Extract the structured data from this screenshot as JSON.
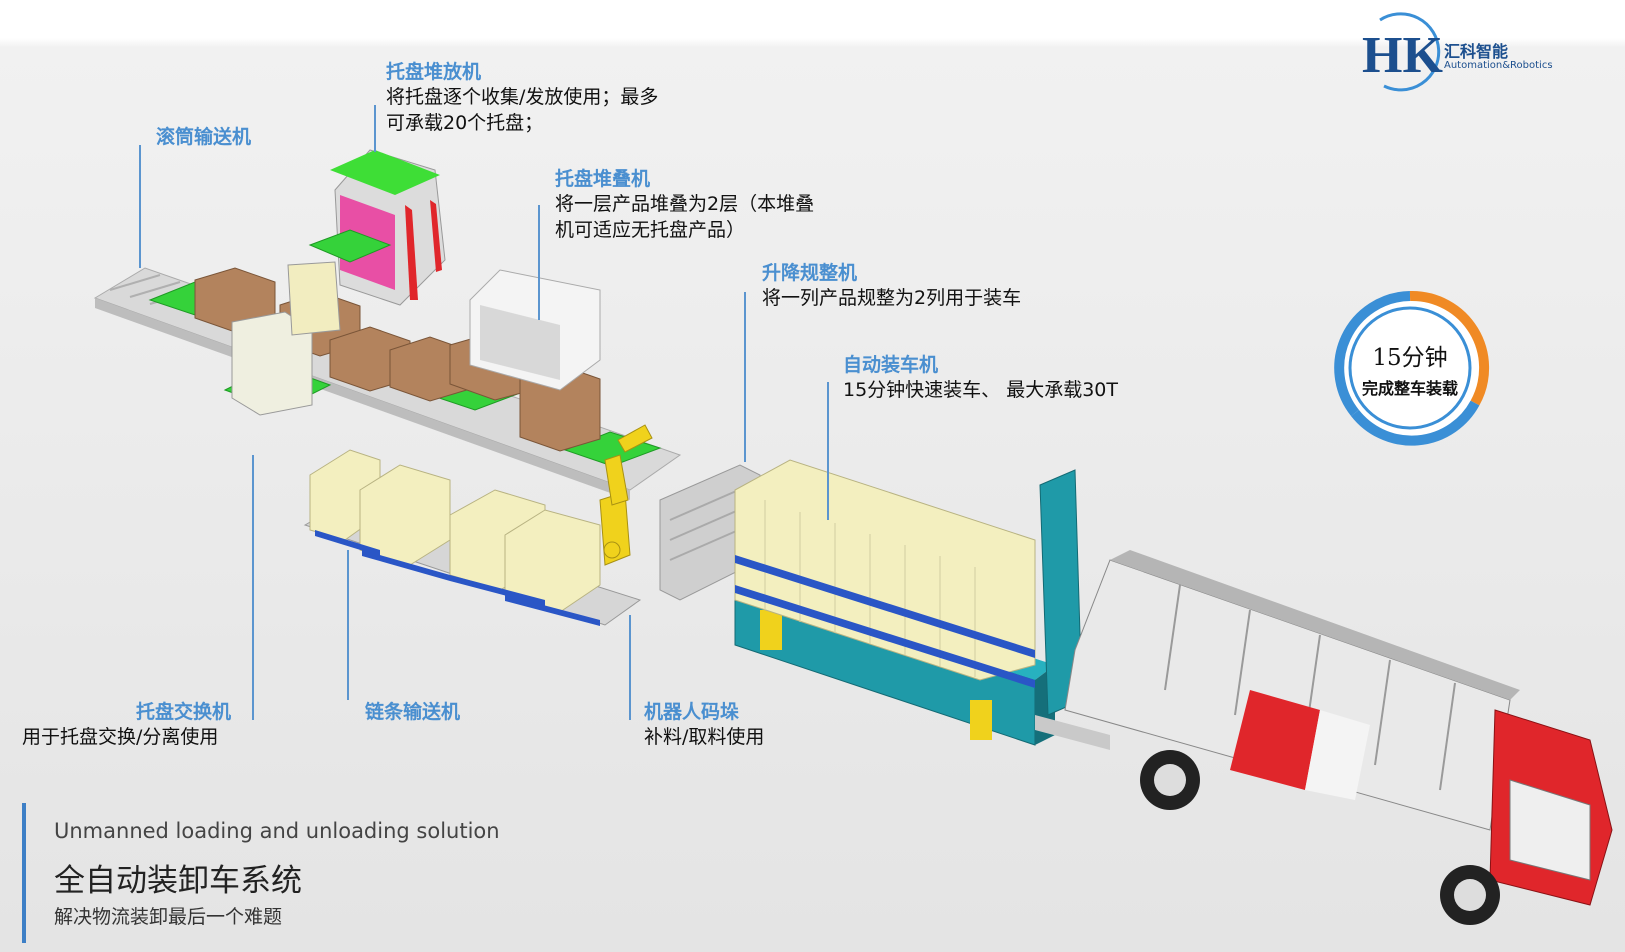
{
  "logo": {
    "mark": "HK",
    "name_cn": "汇科智能",
    "name_en": "Automation&Robotics",
    "icon": "hk-logo-icon"
  },
  "badge": {
    "line1": "15分钟",
    "line2": "完成整车装载",
    "colors": {
      "orange": "#f08a24",
      "blue": "#3a8fd6"
    }
  },
  "labels": {
    "tray_stacker": {
      "title": "托盘堆放机",
      "desc1": "将托盘逐个收集/发放使用；最多",
      "desc2": "可承载20个托盘；"
    },
    "roller_conveyor": {
      "title": "滚筒输送机"
    },
    "pallet_stacker": {
      "title": "托盘堆叠机",
      "desc1": " 将一层产品堆叠为2层（本堆叠",
      "desc2": "机可适应无托盘产品）"
    },
    "lift_arranger": {
      "title": "升降规整机",
      "desc1": "将一列产品规整为2列用于装车"
    },
    "auto_loader": {
      "title": "自动装车机",
      "desc1": "15分钟快速装车、 最大承载30T"
    },
    "pallet_exchanger": {
      "title": "托盘交换机",
      "desc1": "用于托盘交换/分离使用"
    },
    "chain_conveyor": {
      "title": "链条输送机"
    },
    "robot_palletizer": {
      "title": "机器人码垛",
      "desc1": "补料/取料使用"
    }
  },
  "solution": {
    "en": "Unmanned loading and unloading solution",
    "cn": "全自动装卸车系统",
    "sub": "解决物流装卸最后一个难题"
  },
  "colors": {
    "label_blue": "#4a8fd0",
    "leader_blue": "#5b95cf",
    "pallet_green": "#35d23a",
    "teal_frame": "#1f9aa8",
    "truck_red": "#e0262b",
    "robot_yellow": "#f0d21c"
  }
}
